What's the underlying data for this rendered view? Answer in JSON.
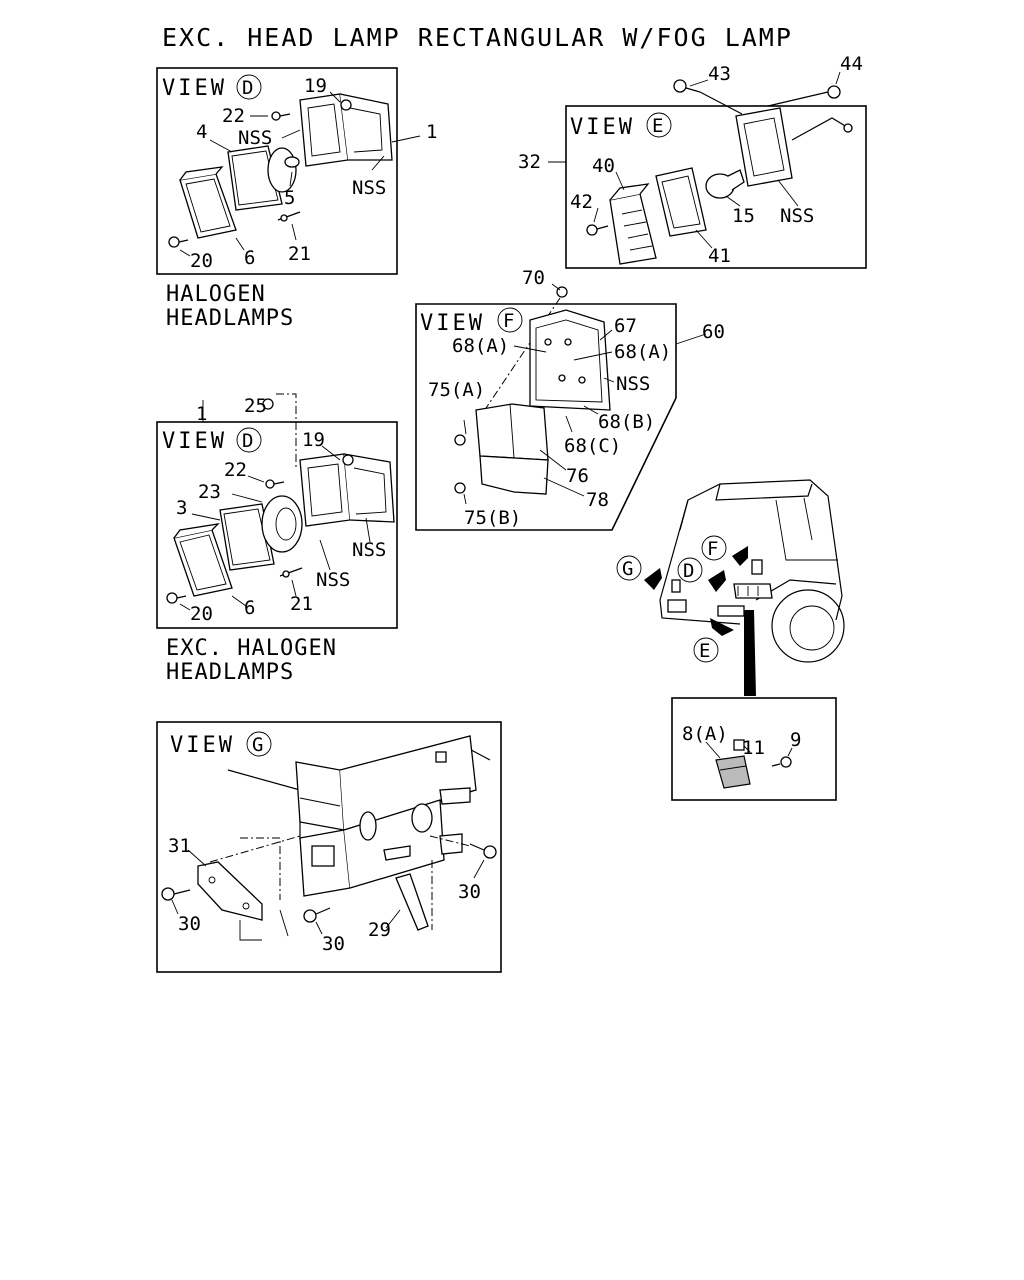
{
  "title": "EXC. HEAD LAMP RECTANGULAR W/FOG LAMP",
  "captions": {
    "halogen_line1": "HALOGEN",
    "halogen_line2": "HEADLAMPS",
    "exc_halogen_line1": "EXC. HALOGEN",
    "exc_halogen_line2": "HEADLAMPS"
  },
  "view_word": "VIEW",
  "view_letters": {
    "d": "D",
    "e": "E",
    "f": "F",
    "g": "G"
  },
  "view_d_top": {
    "callouts": {
      "c1": "1",
      "c4": "4",
      "c5": "5",
      "c6": "6",
      "c19": "19",
      "c20": "20",
      "c21": "21",
      "c22": "22",
      "nss1": "NSS",
      "nss2": "NSS"
    }
  },
  "view_d_bottom": {
    "callouts": {
      "c1": "1",
      "c3": "3",
      "c6": "6",
      "c19": "19",
      "c20": "20",
      "c21": "21",
      "c22": "22",
      "c23": "23",
      "c25": "25",
      "nss1": "NSS",
      "nss2": "NSS"
    }
  },
  "view_e": {
    "callouts": {
      "c15": "15",
      "c32": "32",
      "c40": "40",
      "c41": "41",
      "c42": "42",
      "c43": "43",
      "c44": "44",
      "nss": "NSS"
    }
  },
  "view_f": {
    "callouts": {
      "c60": "60",
      "c67": "67",
      "c68a_left": "68(A)",
      "c68a_right": "68(A)",
      "c68b": "68(B)",
      "c68c": "68(C)",
      "c70": "70",
      "c75a": "75(A)",
      "c75b": "75(B)",
      "c76": "76",
      "c78": "78",
      "nss": "NSS"
    }
  },
  "view_g": {
    "callouts": {
      "c29": "29",
      "c30a": "30",
      "c30b": "30",
      "c30c": "30",
      "c31": "31"
    }
  },
  "detail_box": {
    "callouts": {
      "c8a": "8(A)",
      "c9": "9",
      "c11": "11"
    }
  }
}
